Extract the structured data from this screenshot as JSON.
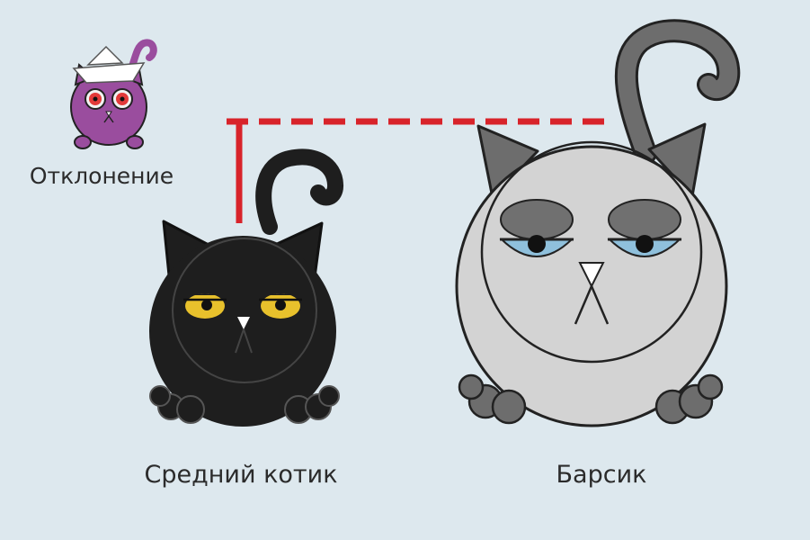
{
  "labels": {
    "deviation": "Отклонение",
    "average_cat": "Средний котик",
    "barsik": "Барсик"
  },
  "icons": {
    "mascot": "purple-cat-paper-hat-icon",
    "average_cat": "black-cat-icon",
    "barsik": "grey-cat-icon",
    "deviation_line": "red-dashed-deviation-line"
  },
  "colors": {
    "background": "#dde8ee",
    "deviation_line": "#d8232a",
    "mascot_body": "#9a4d9e",
    "average_cat_body": "#1e1e1e",
    "average_cat_eyes": "#e8c12c",
    "barsik_body": "#d3d3d3",
    "barsik_eyes": "#8fc0dc",
    "barsik_eyelids": "#707070"
  }
}
